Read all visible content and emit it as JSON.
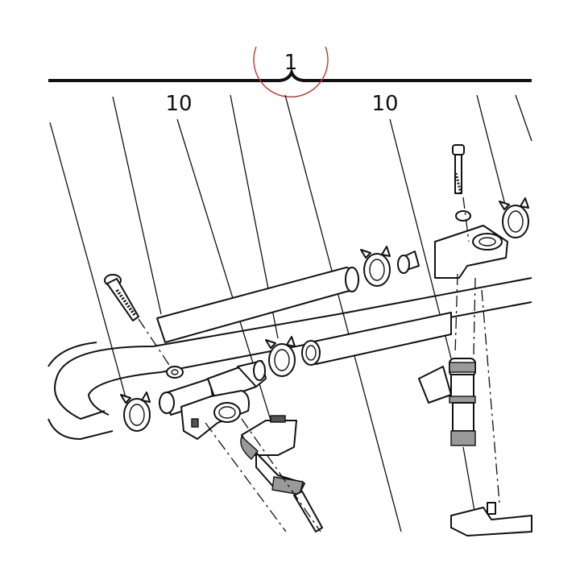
{
  "callouts": {
    "assembly": "1",
    "injector_left": "10",
    "injector_right": "10"
  },
  "colors": {
    "line": "#111111",
    "highlight_circle": "#c0392b",
    "background": "#ffffff"
  }
}
